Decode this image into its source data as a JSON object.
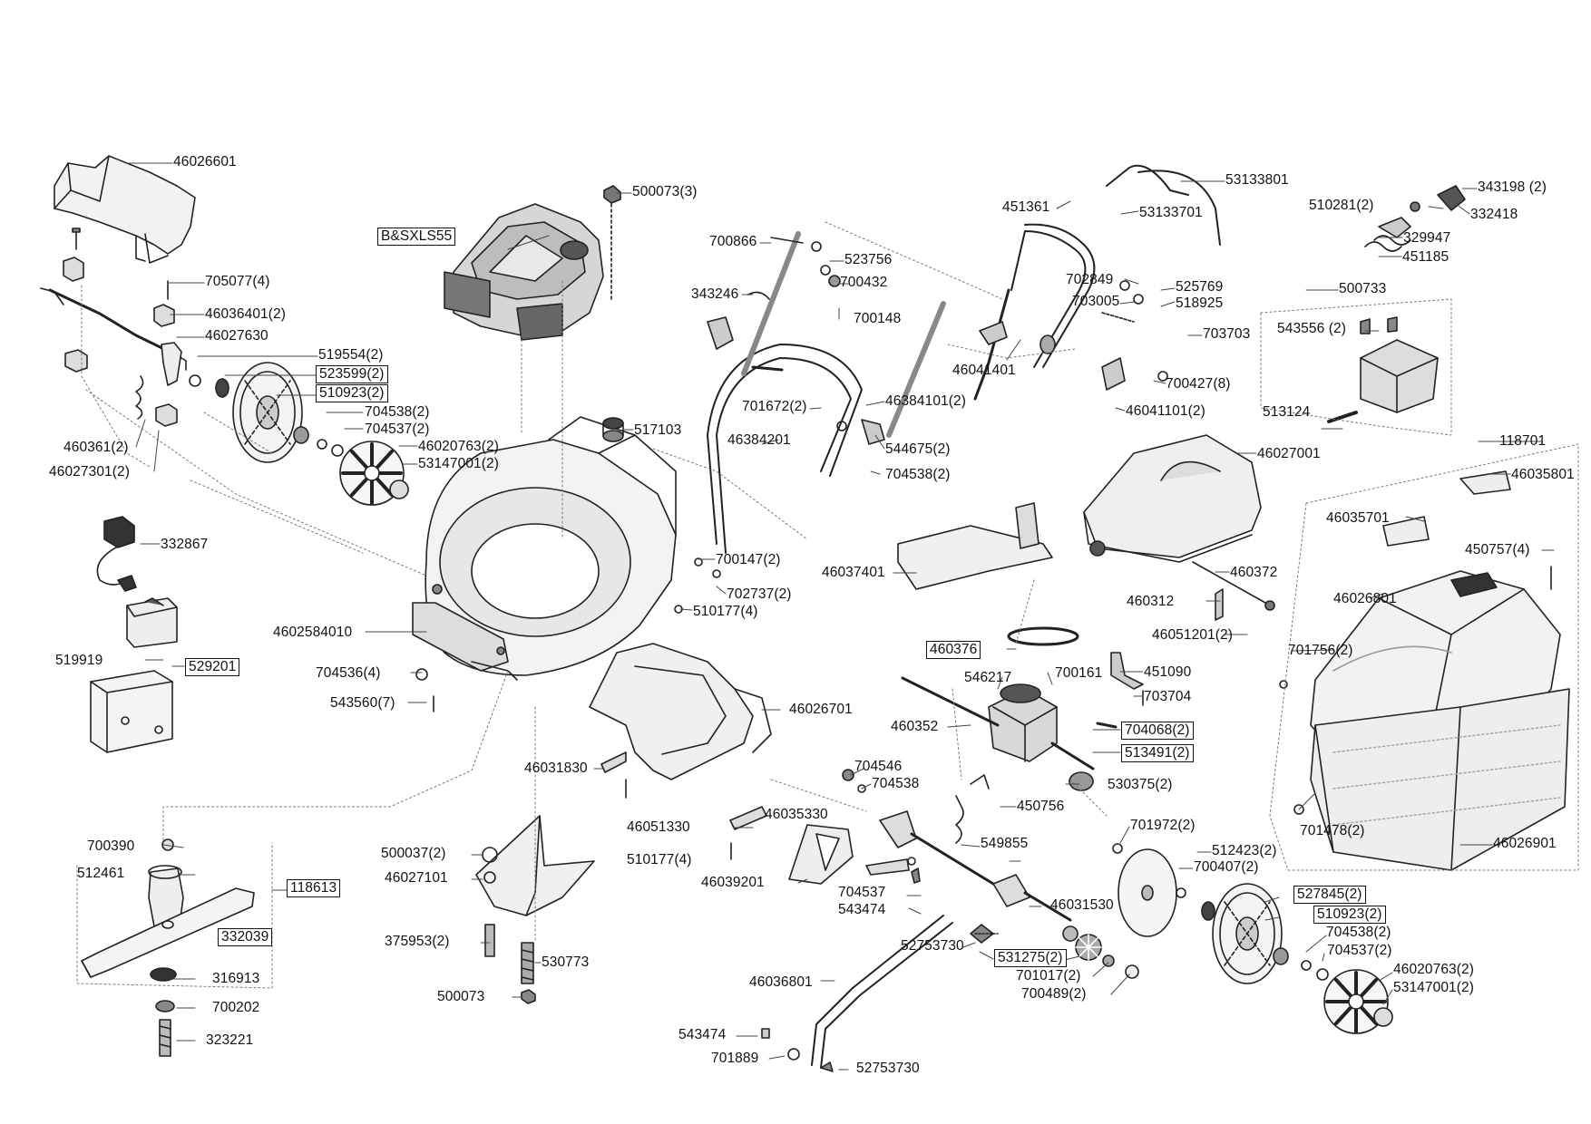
{
  "labels": [
    {
      "id": "46026601",
      "text": "46026601",
      "boxed": false
    },
    {
      "id": "500073-3",
      "text": "500073(3)",
      "boxed": false
    },
    {
      "id": "53133801",
      "text": "53133801",
      "boxed": false
    },
    {
      "id": "343198-2",
      "text": "343198 (2)",
      "boxed": false
    },
    {
      "id": "451361",
      "text": "451361",
      "boxed": false
    },
    {
      "id": "53133701",
      "text": "53133701",
      "boxed": false
    },
    {
      "id": "510281-2",
      "text": "510281(2)",
      "boxed": false
    },
    {
      "id": "332418",
      "text": "332418",
      "boxed": false
    },
    {
      "id": "bsxls55",
      "text": "B&SXLS55",
      "boxed": true
    },
    {
      "id": "700866",
      "text": "700866",
      "boxed": false
    },
    {
      "id": "329947",
      "text": "329947",
      "boxed": false
    },
    {
      "id": "523756",
      "text": "523756",
      "boxed": false
    },
    {
      "id": "451185",
      "text": "451185",
      "boxed": false
    },
    {
      "id": "705077-4",
      "text": "705077(4)",
      "boxed": false
    },
    {
      "id": "700432",
      "text": "700432",
      "boxed": false
    },
    {
      "id": "702849",
      "text": "702849",
      "boxed": false
    },
    {
      "id": "525769",
      "text": "525769",
      "boxed": false
    },
    {
      "id": "343246",
      "text": "343246",
      "boxed": false
    },
    {
      "id": "703005",
      "text": "703005",
      "boxed": false
    },
    {
      "id": "518925",
      "text": "518925",
      "boxed": false
    },
    {
      "id": "500733",
      "text": "500733",
      "boxed": false
    },
    {
      "id": "46036401-2",
      "text": "46036401(2)",
      "boxed": false
    },
    {
      "id": "700148",
      "text": "700148",
      "boxed": false
    },
    {
      "id": "543556-2",
      "text": "543556 (2)",
      "boxed": false
    },
    {
      "id": "46027630",
      "text": "46027630",
      "boxed": false
    },
    {
      "id": "703703",
      "text": "703703",
      "boxed": false
    },
    {
      "id": "519554-2",
      "text": "519554(2)",
      "boxed": false
    },
    {
      "id": "46041401",
      "text": "46041401",
      "boxed": false
    },
    {
      "id": "523599-2",
      "text": "523599(2)",
      "boxed": true
    },
    {
      "id": "700427-8",
      "text": "700427(8)",
      "boxed": false
    },
    {
      "id": "510923-2-a",
      "text": "510923(2)",
      "boxed": true
    },
    {
      "id": "701672-2",
      "text": "701672(2)",
      "boxed": false
    },
    {
      "id": "46384101-2",
      "text": "46384101(2)",
      "boxed": false
    },
    {
      "id": "513124",
      "text": "513124",
      "boxed": false
    },
    {
      "id": "704538-2-a",
      "text": "704538(2)",
      "boxed": false
    },
    {
      "id": "46041101-2",
      "text": "46041101(2)",
      "boxed": false
    },
    {
      "id": "704537-2-a",
      "text": "704537(2)",
      "boxed": false
    },
    {
      "id": "517103",
      "text": "517103",
      "boxed": false
    },
    {
      "id": "544675-2",
      "text": "544675(2)",
      "boxed": false
    },
    {
      "id": "118701",
      "text": "118701",
      "boxed": false
    },
    {
      "id": "46384201",
      "text": "46384201",
      "boxed": false
    },
    {
      "id": "460361-2",
      "text": "460361(2)",
      "boxed": false
    },
    {
      "id": "46020763-2-a",
      "text": "46020763(2)",
      "boxed": false
    },
    {
      "id": "46027001",
      "text": "46027001",
      "boxed": false
    },
    {
      "id": "53147001-2-a",
      "text": "53147001(2)",
      "boxed": false
    },
    {
      "id": "46027301-2",
      "text": "46027301(2)",
      "boxed": false
    },
    {
      "id": "704538-2-b",
      "text": "704538(2)",
      "boxed": false
    },
    {
      "id": "46035801",
      "text": "46035801",
      "boxed": false
    },
    {
      "id": "46035701",
      "text": "46035701",
      "boxed": false
    },
    {
      "id": "332867",
      "text": "332867",
      "boxed": false
    },
    {
      "id": "450757-4",
      "text": "450757(4)",
      "boxed": false
    },
    {
      "id": "700147-2",
      "text": "700147(2)",
      "boxed": false
    },
    {
      "id": "460372",
      "text": "460372",
      "boxed": false
    },
    {
      "id": "46037401",
      "text": "46037401",
      "boxed": false
    },
    {
      "id": "702737-2",
      "text": "702737(2)",
      "boxed": false
    },
    {
      "id": "46026801",
      "text": "46026801",
      "boxed": false
    },
    {
      "id": "460312",
      "text": "460312",
      "boxed": false
    },
    {
      "id": "510177-4-a",
      "text": "510177(4)",
      "boxed": false
    },
    {
      "id": "46051201-2",
      "text": "46051201(2)",
      "boxed": false
    },
    {
      "id": "4602584010",
      "text": "4602584010",
      "boxed": false
    },
    {
      "id": "460376",
      "text": "460376",
      "boxed": true
    },
    {
      "id": "701756-2",
      "text": "701756(2)",
      "boxed": false
    },
    {
      "id": "519919",
      "text": "519919",
      "boxed": false
    },
    {
      "id": "529201",
      "text": "529201",
      "boxed": true
    },
    {
      "id": "451090",
      "text": "451090",
      "boxed": false
    },
    {
      "id": "704536-4",
      "text": "704536(4)",
      "boxed": false
    },
    {
      "id": "700161",
      "text": "700161",
      "boxed": false
    },
    {
      "id": "546217",
      "text": "546217",
      "boxed": false
    },
    {
      "id": "703704",
      "text": "703704",
      "boxed": false
    },
    {
      "id": "543560-7",
      "text": "543560(7)",
      "boxed": false
    },
    {
      "id": "46026701",
      "text": "46026701",
      "boxed": false
    },
    {
      "id": "460352",
      "text": "460352",
      "boxed": false
    },
    {
      "id": "704068-2",
      "text": "704068(2)",
      "boxed": true
    },
    {
      "id": "513491-2",
      "text": "513491(2)",
      "boxed": true
    },
    {
      "id": "704546",
      "text": "704546",
      "boxed": false
    },
    {
      "id": "46031830",
      "text": "46031830",
      "boxed": false
    },
    {
      "id": "704538",
      "text": "704538",
      "boxed": false
    },
    {
      "id": "530375-2",
      "text": "530375(2)",
      "boxed": false
    },
    {
      "id": "450756",
      "text": "450756",
      "boxed": false
    },
    {
      "id": "46051330",
      "text": "46051330",
      "boxed": false
    },
    {
      "id": "46035330",
      "text": "46035330",
      "boxed": false
    },
    {
      "id": "700390",
      "text": "700390",
      "boxed": false
    },
    {
      "id": "701478-2",
      "text": "701478(2)",
      "boxed": false
    },
    {
      "id": "46026901",
      "text": "46026901",
      "boxed": false
    },
    {
      "id": "701972-2",
      "text": "701972(2)",
      "boxed": false
    },
    {
      "id": "549855",
      "text": "549855",
      "boxed": false
    },
    {
      "id": "500037-2",
      "text": "500037(2)",
      "boxed": false
    },
    {
      "id": "512423-2",
      "text": "512423(2)",
      "boxed": false
    },
    {
      "id": "510177-4-b",
      "text": "510177(4)",
      "boxed": false
    },
    {
      "id": "512461",
      "text": "512461",
      "boxed": false
    },
    {
      "id": "46027101",
      "text": "46027101",
      "boxed": false
    },
    {
      "id": "700407-2",
      "text": "700407(2)",
      "boxed": false
    },
    {
      "id": "118613",
      "text": "118613",
      "boxed": true
    },
    {
      "id": "46039201",
      "text": "46039201",
      "boxed": false
    },
    {
      "id": "704537",
      "text": "704537",
      "boxed": false
    },
    {
      "id": "527845-2",
      "text": "527845(2)",
      "boxed": true
    },
    {
      "id": "46031530",
      "text": "46031530",
      "boxed": false
    },
    {
      "id": "543474-a",
      "text": "543474",
      "boxed": false
    },
    {
      "id": "510923-2-b",
      "text": "510923(2)",
      "boxed": true
    },
    {
      "id": "332039",
      "text": "332039",
      "boxed": true
    },
    {
      "id": "375953-2",
      "text": "375953(2)",
      "boxed": false
    },
    {
      "id": "704538-2-c",
      "text": "704538(2)",
      "boxed": false
    },
    {
      "id": "52753730-a",
      "text": "52753730",
      "boxed": false
    },
    {
      "id": "531275-2",
      "text": "531275(2)",
      "boxed": true
    },
    {
      "id": "704537-2-b",
      "text": "704537(2)",
      "boxed": false
    },
    {
      "id": "530773",
      "text": "530773",
      "boxed": false
    },
    {
      "id": "46020763-2-b",
      "text": "46020763(2)",
      "boxed": false
    },
    {
      "id": "316913",
      "text": "316913",
      "boxed": false
    },
    {
      "id": "46036801",
      "text": "46036801",
      "boxed": false
    },
    {
      "id": "701017-2",
      "text": "701017(2)",
      "boxed": false
    },
    {
      "id": "53147001-2-b",
      "text": "53147001(2)",
      "boxed": false
    },
    {
      "id": "700489-2",
      "text": "700489(2)",
      "boxed": false
    },
    {
      "id": "500073",
      "text": "500073",
      "boxed": false
    },
    {
      "id": "700202",
      "text": "700202",
      "boxed": false
    },
    {
      "id": "543474-b",
      "text": "543474",
      "boxed": false
    },
    {
      "id": "323221",
      "text": "323221",
      "boxed": false
    },
    {
      "id": "701889",
      "text": "701889",
      "boxed": false
    },
    {
      "id": "52753730-b",
      "text": "52753730",
      "boxed": false
    }
  ]
}
